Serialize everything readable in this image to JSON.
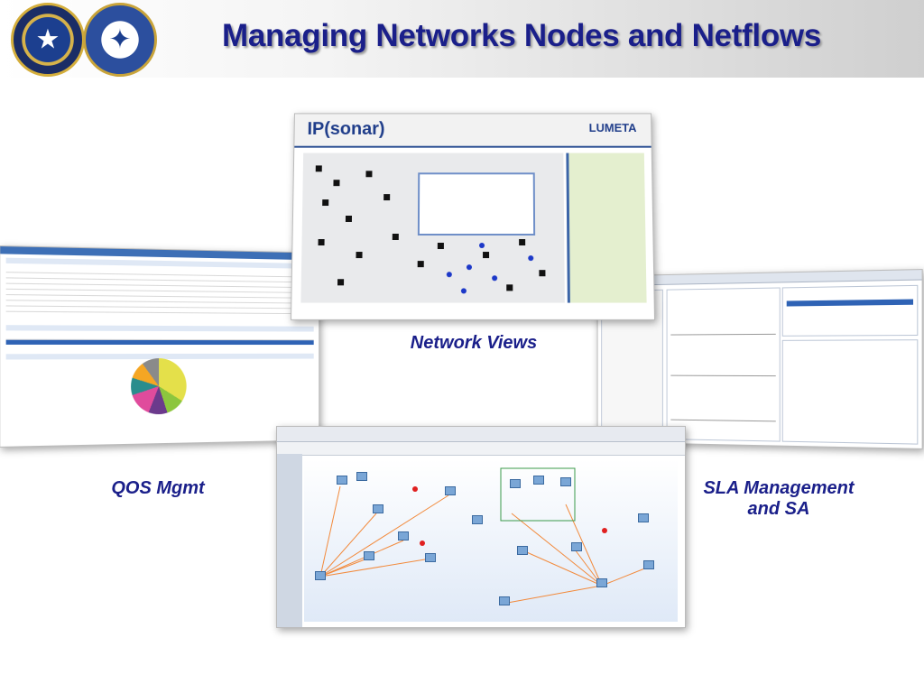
{
  "title": "Managing Networks Nodes and Netflows",
  "seals": [
    {
      "name": "fleet-cyber-command-seal",
      "icon": "fleet-cyber-command-seal-icon"
    },
    {
      "name": "us-tenth-fleet-seal",
      "icon": "us-tenth-fleet-seal-icon"
    }
  ],
  "captions": {
    "network_views": "Network Views",
    "qos_mgmt": "QOS Mgmt",
    "sla_line1": "SLA Management",
    "sla_line2": "and SA"
  },
  "screenshots": {
    "network_views": {
      "logo_left": "IP(sonar)",
      "logo_right": "LUMETA"
    }
  },
  "colors": {
    "title": "#1a1f8a",
    "accent_blue": "#2b4f93",
    "link_orange": "#f28a3c"
  }
}
